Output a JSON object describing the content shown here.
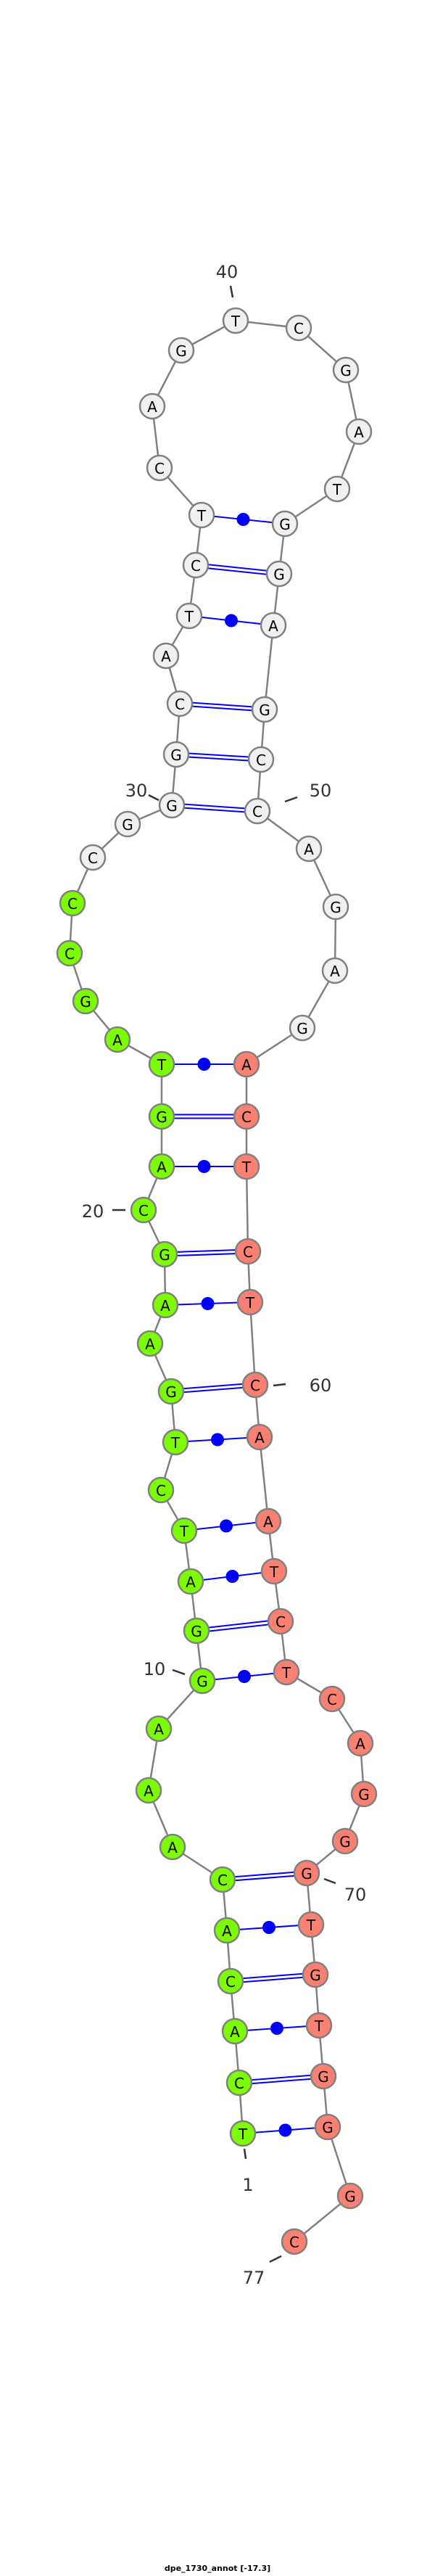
{
  "title": "dpe_1730_annot [-17.3]",
  "sequence": [
    "T",
    "C",
    "A",
    "C",
    "A",
    "C",
    "A",
    "A",
    "A",
    "G",
    "G",
    "A",
    "T",
    "C",
    "T",
    "G",
    "A",
    "A",
    "G",
    "C",
    "A",
    "G",
    "T",
    "A",
    "G",
    "C",
    "C",
    "C",
    "G",
    "G",
    "G",
    "C",
    "A",
    "T",
    "C",
    "T",
    "C",
    "A",
    "G",
    "T",
    "C",
    "G",
    "A",
    "T",
    "G",
    "G",
    "A",
    "G",
    "C",
    "C",
    "A",
    "G",
    "A",
    "G",
    "A",
    "C",
    "T",
    "C",
    "T",
    "C",
    "A",
    "A",
    "T",
    "C",
    "T",
    "C",
    "A",
    "G",
    "G",
    "G",
    "T",
    "G",
    "T",
    "G",
    "G",
    "G",
    "C"
  ],
  "pairs": [
    [
      1,
      75
    ],
    [
      2,
      74
    ],
    [
      3,
      73
    ],
    [
      4,
      72
    ],
    [
      5,
      71
    ],
    [
      6,
      70
    ],
    [
      10,
      65
    ],
    [
      11,
      64
    ],
    [
      12,
      63
    ],
    [
      13,
      62
    ],
    [
      15,
      61
    ],
    [
      16,
      60
    ],
    [
      18,
      59
    ],
    [
      19,
      58
    ],
    [
      21,
      57
    ],
    [
      22,
      56
    ],
    [
      23,
      55
    ],
    [
      30,
      50
    ],
    [
      31,
      49
    ],
    [
      32,
      48
    ],
    [
      34,
      47
    ],
    [
      35,
      46
    ],
    [
      36,
      45
    ]
  ],
  "position_labels": [
    "1",
    "10",
    "20",
    "30",
    "40",
    "50",
    "60",
    "70",
    "77"
  ],
  "colors": {
    "domain1": "#7cfc00",
    "domain2": "#f0f0f0",
    "domain3": "#fa8072",
    "backbone": "#808080",
    "pair": "#0000ff"
  },
  "domains": {
    "domain1": [
      1,
      27
    ],
    "domain2": [
      28,
      54
    ],
    "domain3": [
      55,
      77
    ]
  }
}
